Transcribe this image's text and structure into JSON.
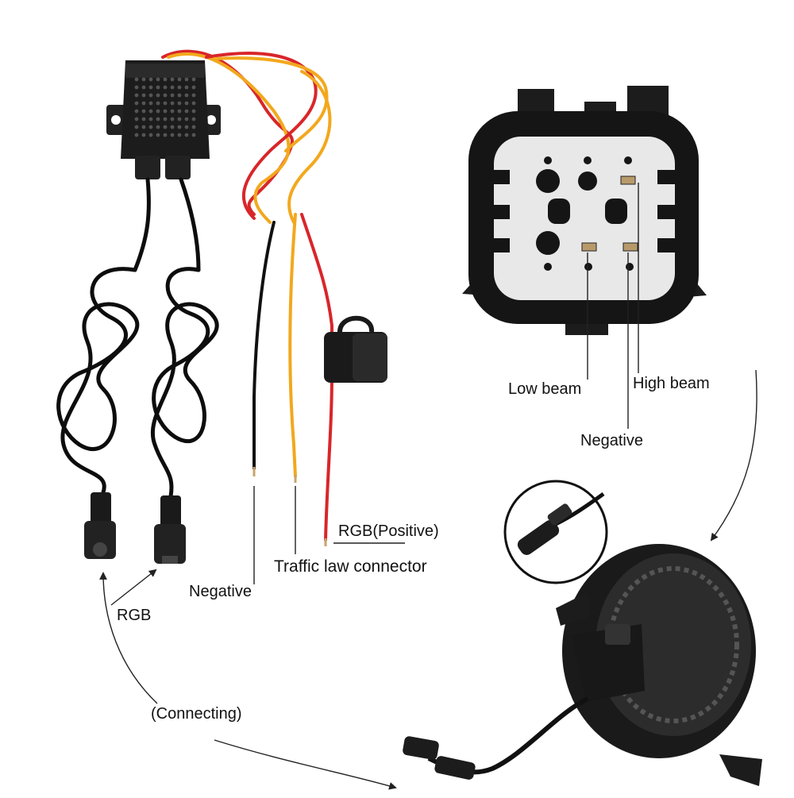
{
  "labels": {
    "rgb": "RGB",
    "negative_left": "Negative",
    "traffic": "Traffic law connector",
    "rgb_positive": "RGB(Positive)",
    "connecting": "(Connecting)",
    "low_beam": "Low beam",
    "high_beam": "High beam",
    "negative_right": "Negative"
  },
  "colors": {
    "wire_red": "#d8262a",
    "wire_yellow": "#f2a81d",
    "wire_black": "#111111",
    "plastic_dark": "#1c1c1c",
    "connector_face": "#e8e8e8"
  }
}
